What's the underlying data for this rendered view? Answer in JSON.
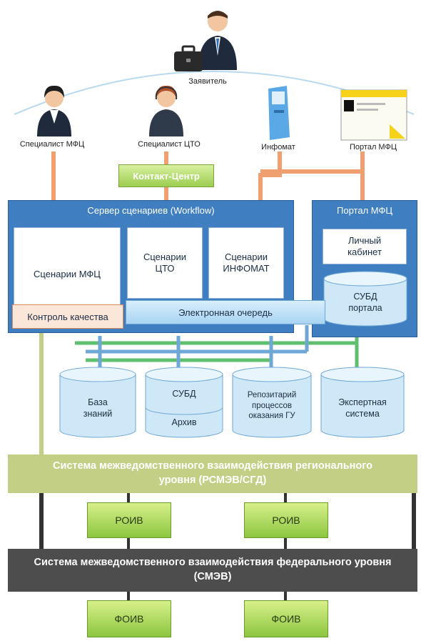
{
  "actors": {
    "applicant": "Заявитель",
    "mfc_specialist": "Специалист МФЦ",
    "cto_specialist": "Специалист ЦТО",
    "infomat": "Инфомат",
    "portal": "Портал МФЦ"
  },
  "contact_center": "Контакт-Центр",
  "workflow_server": {
    "title": "Сервер сценариев    (Workflow)",
    "scenario_mfc": "Сценарии МФЦ",
    "scenario_cto": "Сценарии ЦТО",
    "scenario_infomat": "Сценарии ИНФОМАТ"
  },
  "portal_panel": {
    "title": "Портал МФЦ",
    "personal_cabinet": "Личный кабинет",
    "db_portal": "СУБД портала"
  },
  "quality_control": "Контроль качества",
  "electronic_queue": "Электронная очередь",
  "databases": {
    "knowledge_base": "База знаний",
    "dbms": "СУБД",
    "archive": "Архив",
    "repository": "Репозитарий процессов оказания ГУ",
    "expert_system": "Экспертная система"
  },
  "regional_system": "Система межведомственного взаимодействия регионального уровня (РСМЭВ/СГД)",
  "roiv": [
    "РОИВ",
    "РОИВ"
  ],
  "federal_system": "Система межведомственного взаимодействия федерального уровня (СМЭВ)",
  "foiv": [
    "ФОИВ",
    "ФОИВ"
  ],
  "colors": {
    "panel_blue": "#3f7fc1",
    "connector_orange": "#f0a070",
    "connector_green": "#5fbf6f",
    "connector_blue": "#6ea7d6",
    "regional_bar": "#c4cf86",
    "federal_bar": "#4d4d4d",
    "node_green": "#8cc63f"
  }
}
